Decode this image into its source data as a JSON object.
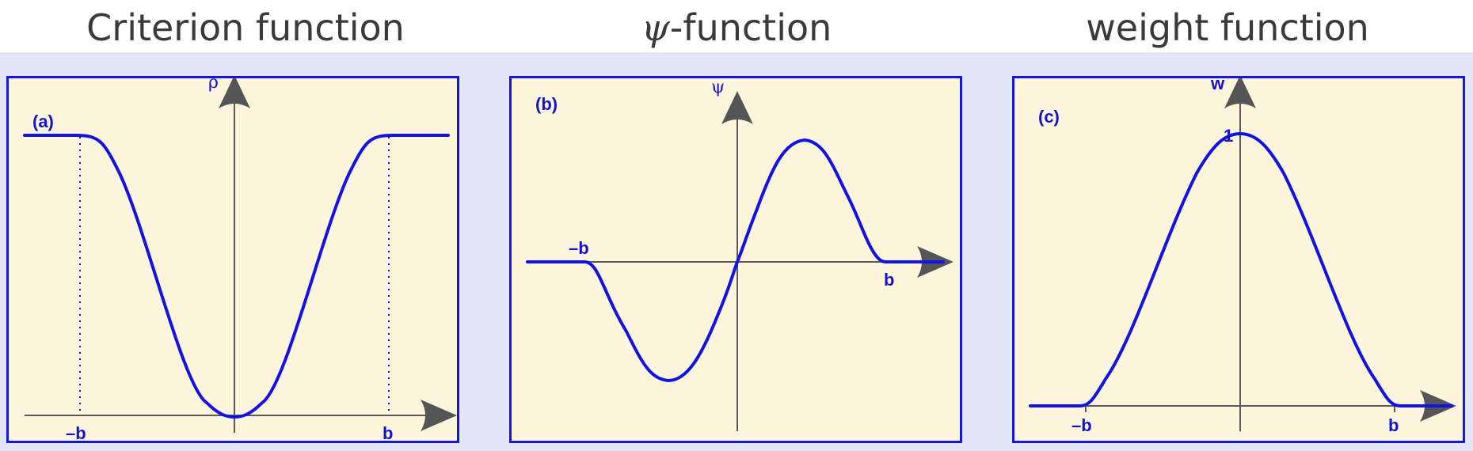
{
  "titles": {
    "criterion": "Criterion function",
    "psi_symbol": "ψ",
    "psi_rest": "-function",
    "weight": "weight function"
  },
  "panels": {
    "a": {
      "tag": "(a)",
      "axis_label": "ρ",
      "neg_b": "–b",
      "pos_b": "b"
    },
    "b": {
      "tag": "(b)",
      "axis_label": "ψ",
      "neg_b": "–b",
      "pos_b": "b"
    },
    "c": {
      "tag": "(c)",
      "axis_label": "w",
      "one": "1",
      "neg_b": "–b",
      "pos_b": "b"
    }
  },
  "colors": {
    "curve": "#1212e6",
    "panel_fill": "#fdf6dc",
    "panel_border": "#1616d8",
    "band": "#e3e5f8",
    "axis": "#5a5a5a"
  }
}
